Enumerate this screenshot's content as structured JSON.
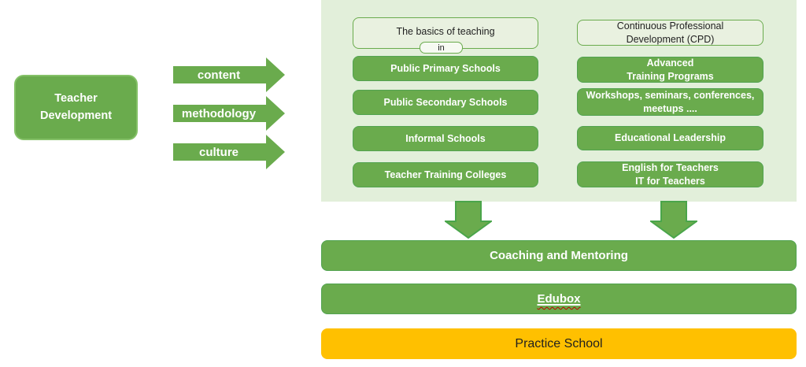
{
  "colors": {
    "box_green": "#6aab4d",
    "box_green_border": "#52a351",
    "panel_background": "#e2efda",
    "practice_yellow": "#ffc000",
    "spellcheck_squiggle": "#c00000",
    "dark_text": "#1f1f1f",
    "white_text": "#ffffff"
  },
  "teacher_development": {
    "label": "Teacher\nDevelopment"
  },
  "flow_arrows": [
    {
      "label": "content"
    },
    {
      "label": "methodology"
    },
    {
      "label": "culture"
    }
  ],
  "panel": {
    "columns": [
      {
        "header": "The basics of teaching",
        "connector": "in",
        "items": [
          "Public Primary Schools",
          "Public Secondary Schools",
          "Informal Schools",
          "Teacher Training Colleges"
        ]
      },
      {
        "header": "Continuous Professional\nDevelopment (CPD)",
        "items": [
          "Advanced\nTraining Programs",
          "Workshops, seminars, conferences,\nmeetups ....",
          "Educational Leadership",
          "English for Teachers\nIT for Teachers"
        ]
      }
    ]
  },
  "bars": [
    {
      "label": "Coaching and Mentoring"
    },
    {
      "label": "Edubox"
    },
    {
      "label": "Practice School"
    }
  ]
}
